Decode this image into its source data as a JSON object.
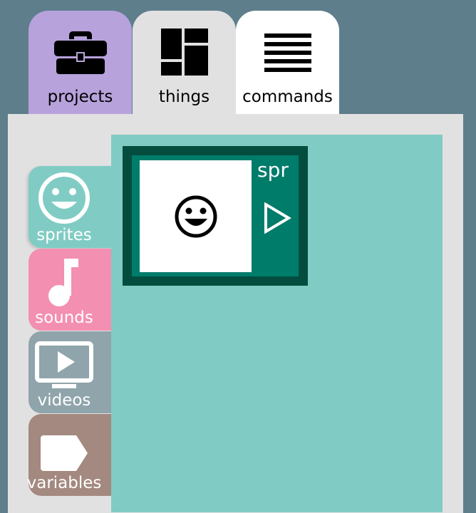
{
  "tabs": {
    "projects": {
      "label": "projects",
      "icon": "briefcase-icon"
    },
    "things": {
      "label": "things",
      "icon": "dashboard-icon"
    },
    "commands": {
      "label": "commands",
      "icon": "menu-lines-icon"
    }
  },
  "sidebar": {
    "items": [
      {
        "label": "sprites",
        "icon": "smiley-icon",
        "color": "#80ccc4"
      },
      {
        "label": "sounds",
        "icon": "music-note-icon",
        "color": "#f38fb1"
      },
      {
        "label": "videos",
        "icon": "video-screen-icon",
        "color": "#8fa4ab"
      },
      {
        "label": "variables",
        "icon": "tag-icon",
        "color": "#a3897f"
      }
    ]
  },
  "main": {
    "card": {
      "name": "spr",
      "thumbnail_glyph": "☺",
      "play_icon": "play-icon"
    }
  },
  "colors": {
    "background": "#5e7e8c",
    "panel": "#e2e1e1",
    "content": "#80ccc4",
    "card_border": "#044d3e",
    "card_fill": "#007c6b"
  }
}
